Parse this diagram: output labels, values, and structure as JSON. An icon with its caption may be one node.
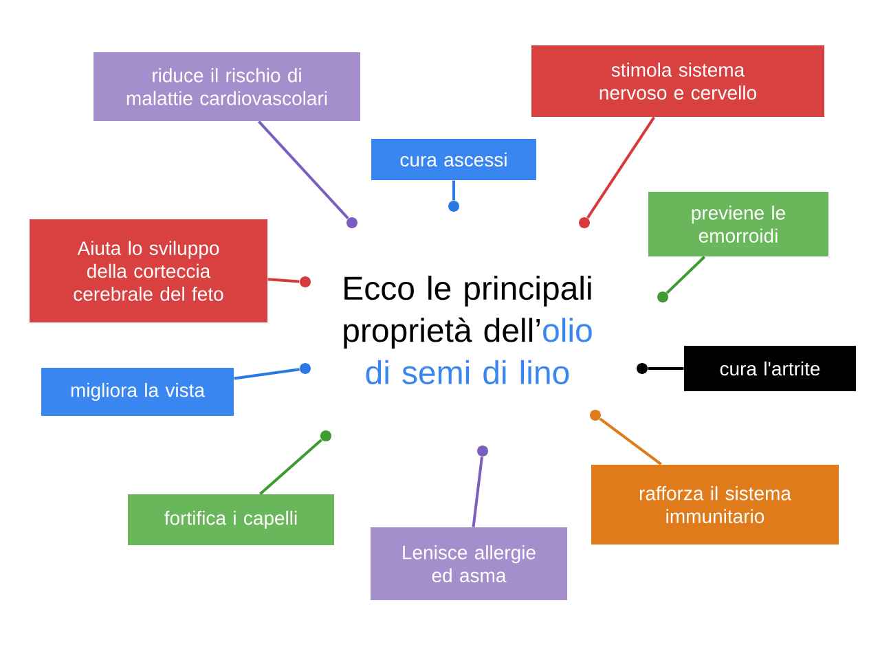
{
  "diagram": {
    "nodes": [
      {
        "text": [
          "Ecco le principali proprietà dell’",
          "olio di semi di lino"
        ]
      },
      {
        "text": [
          "riduce il rischio di malattie cardiovascolari"
        ]
      },
      {
        "text": [
          "stimola sistema nervoso e cervello"
        ]
      },
      {
        "text": [
          "cura ascessi"
        ]
      },
      {
        "text": [
          "previene le emorroidi"
        ]
      },
      {
        "text": [
          "Aiuta lo sviluppo della corteccia cerebrale del feto"
        ]
      },
      {
        "text": [
          "cura l'artrite"
        ]
      },
      {
        "text": [
          "migliora la vista"
        ]
      },
      {
        "text": [
          "rafforza il sistema immunitario"
        ]
      },
      {
        "text": [
          "fortifica i capelli"
        ]
      },
      {
        "text": [
          "Lenisce allergie ed asma"
        ]
      },
      {
        "text": [],
        "shape": "circle"
      },
      {
        "text": [],
        "shape": "circle"
      },
      {
        "text": [],
        "shape": "circle"
      },
      {
        "text": [],
        "shape": "circle"
      },
      {
        "text": [],
        "shape": "circle"
      },
      {
        "text": [],
        "shape": "circle"
      },
      {
        "text": [],
        "shape": "circle"
      },
      {
        "text": [],
        "shape": "circle"
      },
      {
        "text": [],
        "shape": "circle"
      },
      {
        "text": [],
        "shape": "circle"
      }
    ],
    "edges": [
      {
        "from": 1,
        "to": 11,
        "arrow": "none",
        "color": "#7b5fc0"
      },
      {
        "from": 3,
        "to": 12,
        "arrow": "none",
        "color": "#2a78e4"
      },
      {
        "from": 2,
        "to": 13,
        "arrow": "none",
        "color": "#d63a3a"
      },
      {
        "from": 5,
        "to": 14,
        "arrow": "none",
        "color": "#d63a3a"
      },
      {
        "from": 4,
        "to": 15,
        "arrow": "none",
        "color": "#3f9a32"
      },
      {
        "from": 7,
        "to": 16,
        "arrow": "none",
        "color": "#2a78e4"
      },
      {
        "from": 6,
        "to": 17,
        "arrow": "none",
        "color": "#000000"
      },
      {
        "from": 9,
        "to": 18,
        "arrow": "none",
        "color": "#3f9a32"
      },
      {
        "from": 10,
        "to": 19,
        "arrow": "none",
        "color": "#7b5fc0"
      },
      {
        "from": 8,
        "to": 20,
        "arrow": "none",
        "color": "#e07b1b"
      }
    ]
  }
}
